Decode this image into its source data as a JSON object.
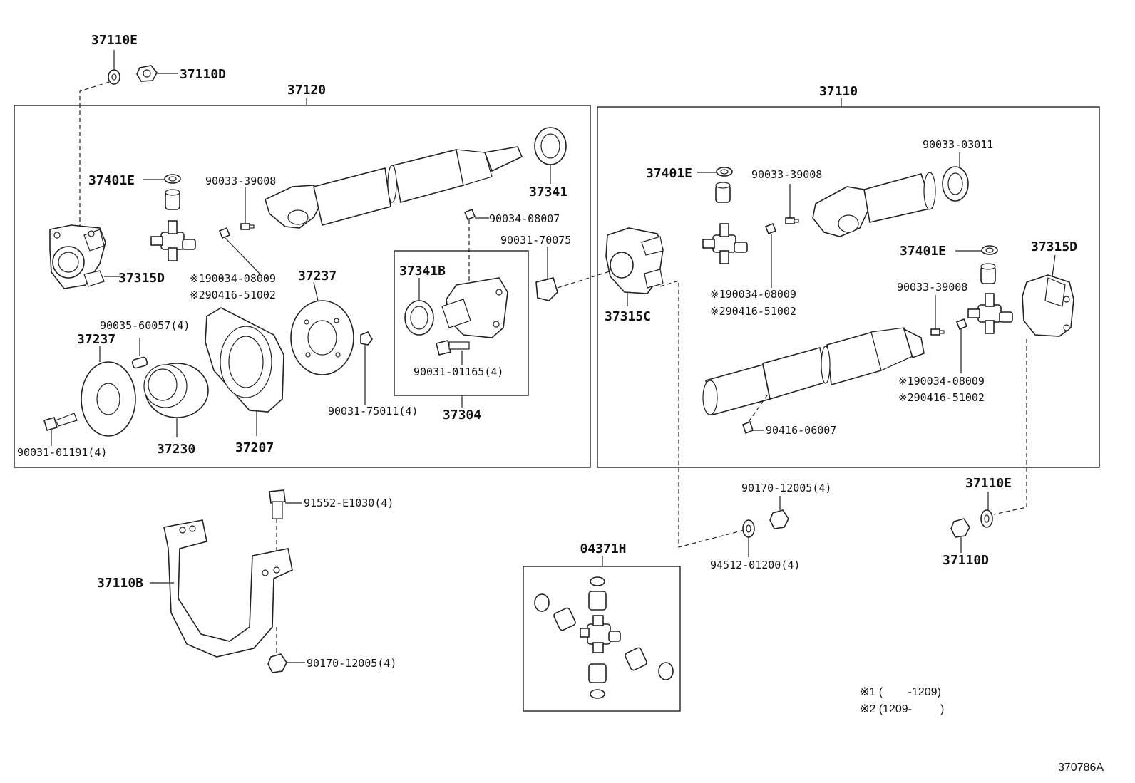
{
  "groups": {
    "front_shaft": "37120",
    "rear_shaft": "37110",
    "center_bearing_kit": "37304",
    "spider_kit": "04371H"
  },
  "parts": {
    "p37110E_top": "37110E",
    "p37110D_top": "37110D",
    "p37401E_left": "37401E",
    "p90033_39008_left": "90033-39008",
    "p37341": "37341",
    "p37315D_left": "37315D",
    "p90034_08007": "90034-08007",
    "p90031_70075": "90031-70075",
    "p90034_08009_left": "※190034-08009",
    "p90416_51002_left": "※290416-51002",
    "p37237_right": "37237",
    "p37341B": "37341B",
    "p90035_60057": "90035-60057(4)",
    "p37237_left": "37237",
    "p90031_01165": "90031-01165(4)",
    "p90031_75011": "90031-75011(4)",
    "p37304_label": "37304",
    "p90031_01191": "90031-01191(4)",
    "p37230": "37230",
    "p37207": "37207",
    "p37401E_mid": "37401E",
    "p90033_39008_mid": "90033-39008",
    "p90033_03011": "90033-03011",
    "p37315C": "37315C",
    "p90034_08009_mid": "※190034-08009",
    "p90416_51002_mid": "※290416-51002",
    "p37401E_right": "37401E",
    "p37315D_right": "37315D",
    "p90033_39008_right": "90033-39008",
    "p90034_08009_right": "※190034-08009",
    "p90416_51002_right": "※290416-51002",
    "p90416_06007": "90416-06007",
    "p91552_E1030": "91552-E1030(4)",
    "p37110B": "37110B",
    "p90170_12005_left": "90170-12005(4)",
    "p90170_12005_right": "90170-12005(4)",
    "p94512_01200": "94512-01200(4)",
    "p37110E_right": "37110E",
    "p37110D_right": "37110D",
    "p04371H": "04371H"
  },
  "notes": {
    "note1": "※1 (        -1209)",
    "note2": "※2 (1209-         )"
  },
  "figure_id": "370786A"
}
